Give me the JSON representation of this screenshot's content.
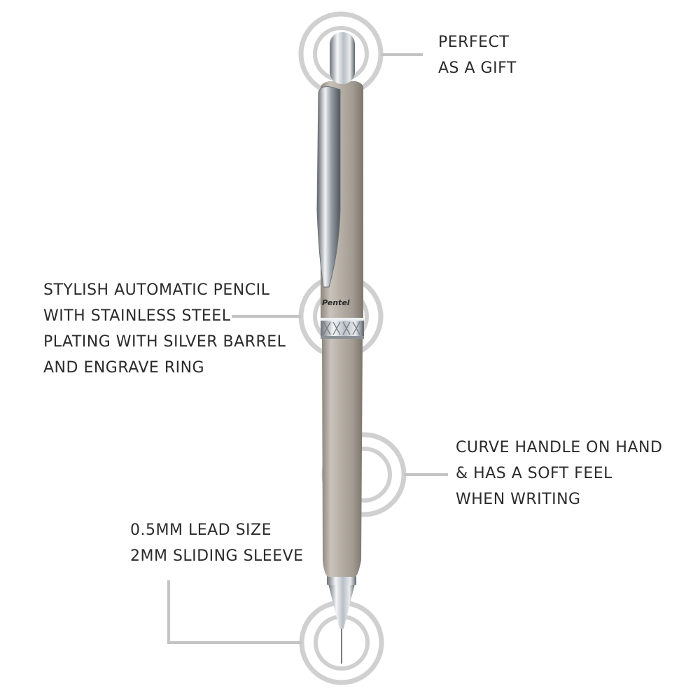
{
  "product": {
    "brand_mark": "Pentel"
  },
  "callouts": {
    "gift": {
      "lines": [
        "PERFECT",
        "AS A GIFT"
      ]
    },
    "pencil": {
      "lines": [
        "STYLISH AUTOMATIC PENCIL",
        "WITH STAINLESS STEEL",
        "PLATING WITH SILVER BARREL",
        "AND ENGRAVE RING"
      ]
    },
    "curve": {
      "lines": [
        "CURVE HANDLE ON HAND",
        "& HAS A SOFT FEEL",
        "WHEN WRITING"
      ]
    },
    "lead": {
      "lines": [
        "0.5MM LEAD SIZE",
        "2MM SLIDING SLEEVE"
      ]
    }
  },
  "colors": {
    "ring": "#cfcfcf",
    "leader_line": "#c4c4c4",
    "text": "#2b2b2b",
    "barrel": "#b3aca3",
    "chrome": "#d9dde2"
  }
}
